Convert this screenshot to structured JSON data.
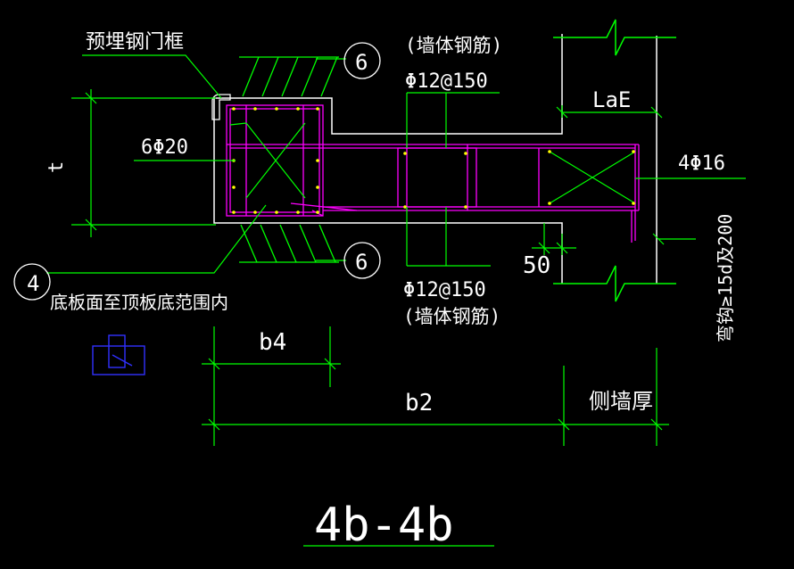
{
  "title": "4b-4b",
  "labels": {
    "embedded_frame": "预埋钢门框",
    "rebar_6phi20": "6Φ20",
    "stirrup_top": "Φ12@150",
    "wall_rebar_top": "(墙体钢筋)",
    "stirrup_bottom": "Φ12@150",
    "wall_rebar_bottom": "(墙体钢筋)",
    "callout_6_top": "6",
    "callout_6_bottom": "6",
    "callout_4": "4",
    "range_note": "底板面至顶板底范围内",
    "lae": "LaE",
    "rebar_4phi16": "4Φ16",
    "dim_50": "50",
    "dim_t": "t",
    "dim_b4": "b4",
    "dim_b2": "b2",
    "side_wall_thickness": "侧墙厚",
    "anchor_note": "弯钩≥15d及200"
  },
  "colors": {
    "background": "#000000",
    "outline": "#ffffff",
    "rebar": "#ff00ff",
    "dimension": "#00ff00",
    "hatch": "#00ff00",
    "text": "#ffffff",
    "marker": "#0000ff",
    "dots": "#ffff00"
  }
}
